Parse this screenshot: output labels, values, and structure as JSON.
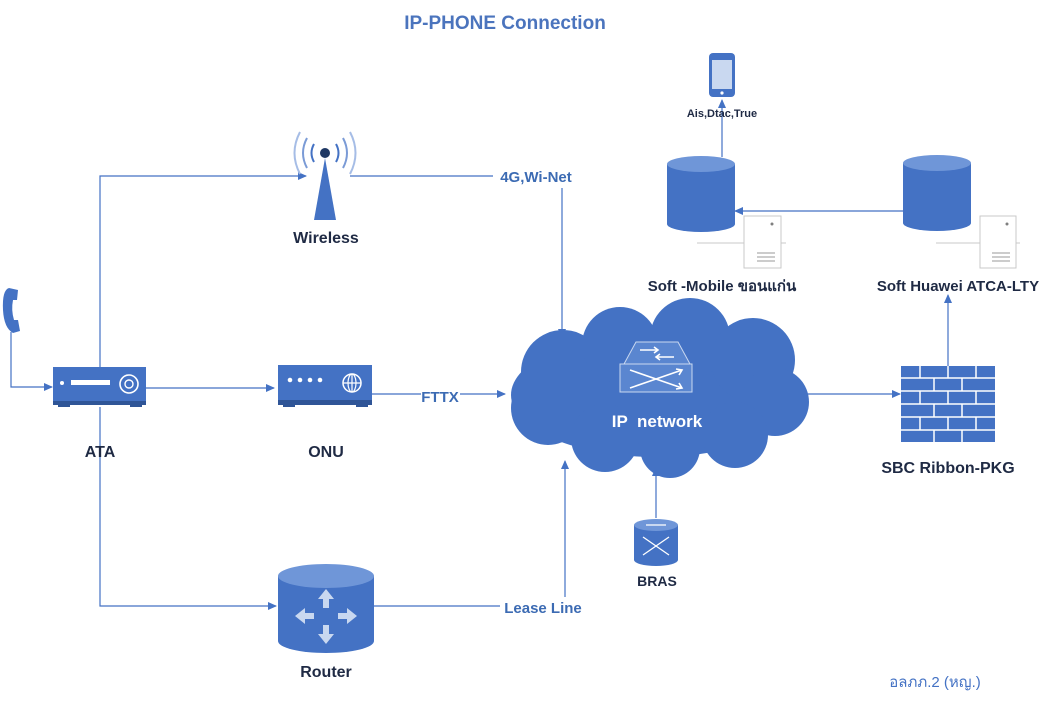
{
  "title": "IP-PHONE Connection",
  "nodes": {
    "ata": "ATA",
    "wireless": "Wireless",
    "onu": "ONU",
    "router": "Router",
    "ip_network": "IP  network",
    "bras": "BRAS",
    "sbc": "SBC Ribbon-PKG",
    "soft_mobile": "Soft -Mobile ขอนแก่น",
    "soft_huawei": "Soft Huawei ATCA-LTY",
    "mobile_carriers": "Ais,Dtac,True"
  },
  "edges": {
    "wireless_link": "4G,Wi-Net",
    "fttx_link": "FTTX",
    "lease_link": "Lease Line"
  },
  "footer": "อลภภ.2 (หญ.)",
  "colors": {
    "accent": "#4472c4",
    "title": "#4b74bd",
    "label": "#1f2a44"
  }
}
